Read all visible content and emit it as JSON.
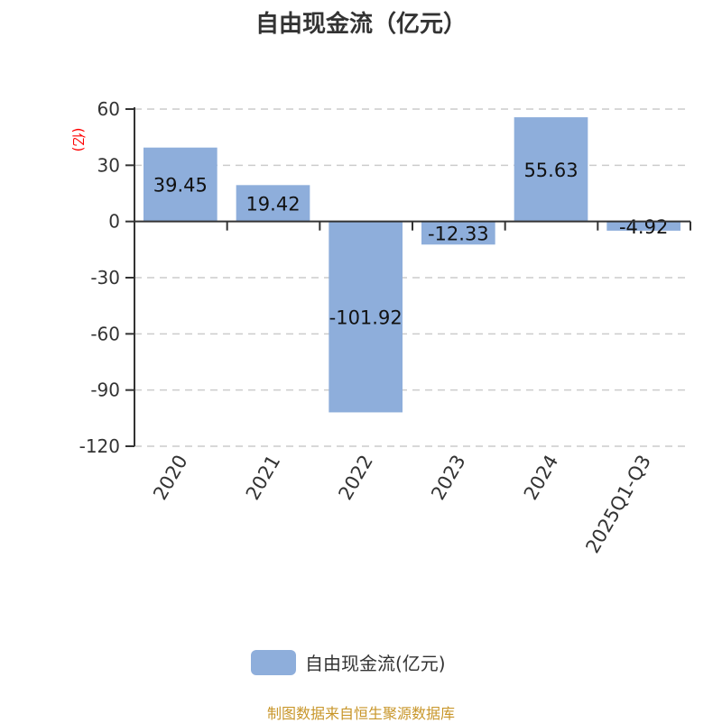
{
  "chart_data": {
    "type": "bar",
    "title": "自由现金流（亿元）",
    "ylabel": "(亿)",
    "xlabel": "",
    "categories": [
      "2020",
      "2021",
      "2022",
      "2023",
      "2024",
      "2025Q1-Q3"
    ],
    "series": [
      {
        "name": "自由现金流(亿元)",
        "values": [
          39.45,
          19.42,
          -101.92,
          -12.33,
          55.63,
          -4.92
        ]
      }
    ],
    "data_labels": [
      "39.45",
      "19.42",
      "-101.92",
      "-12.33",
      "55.63",
      "-4.92"
    ],
    "ylim": [
      -120,
      60
    ],
    "yticks": [
      60,
      30,
      0,
      -30,
      -60,
      -90,
      -120
    ],
    "grid": true,
    "legend_position": "bottom",
    "bar_color": "#8eaedb",
    "ylabel_color": "#ff0000"
  },
  "source": "制图数据来自恒生聚源数据库"
}
